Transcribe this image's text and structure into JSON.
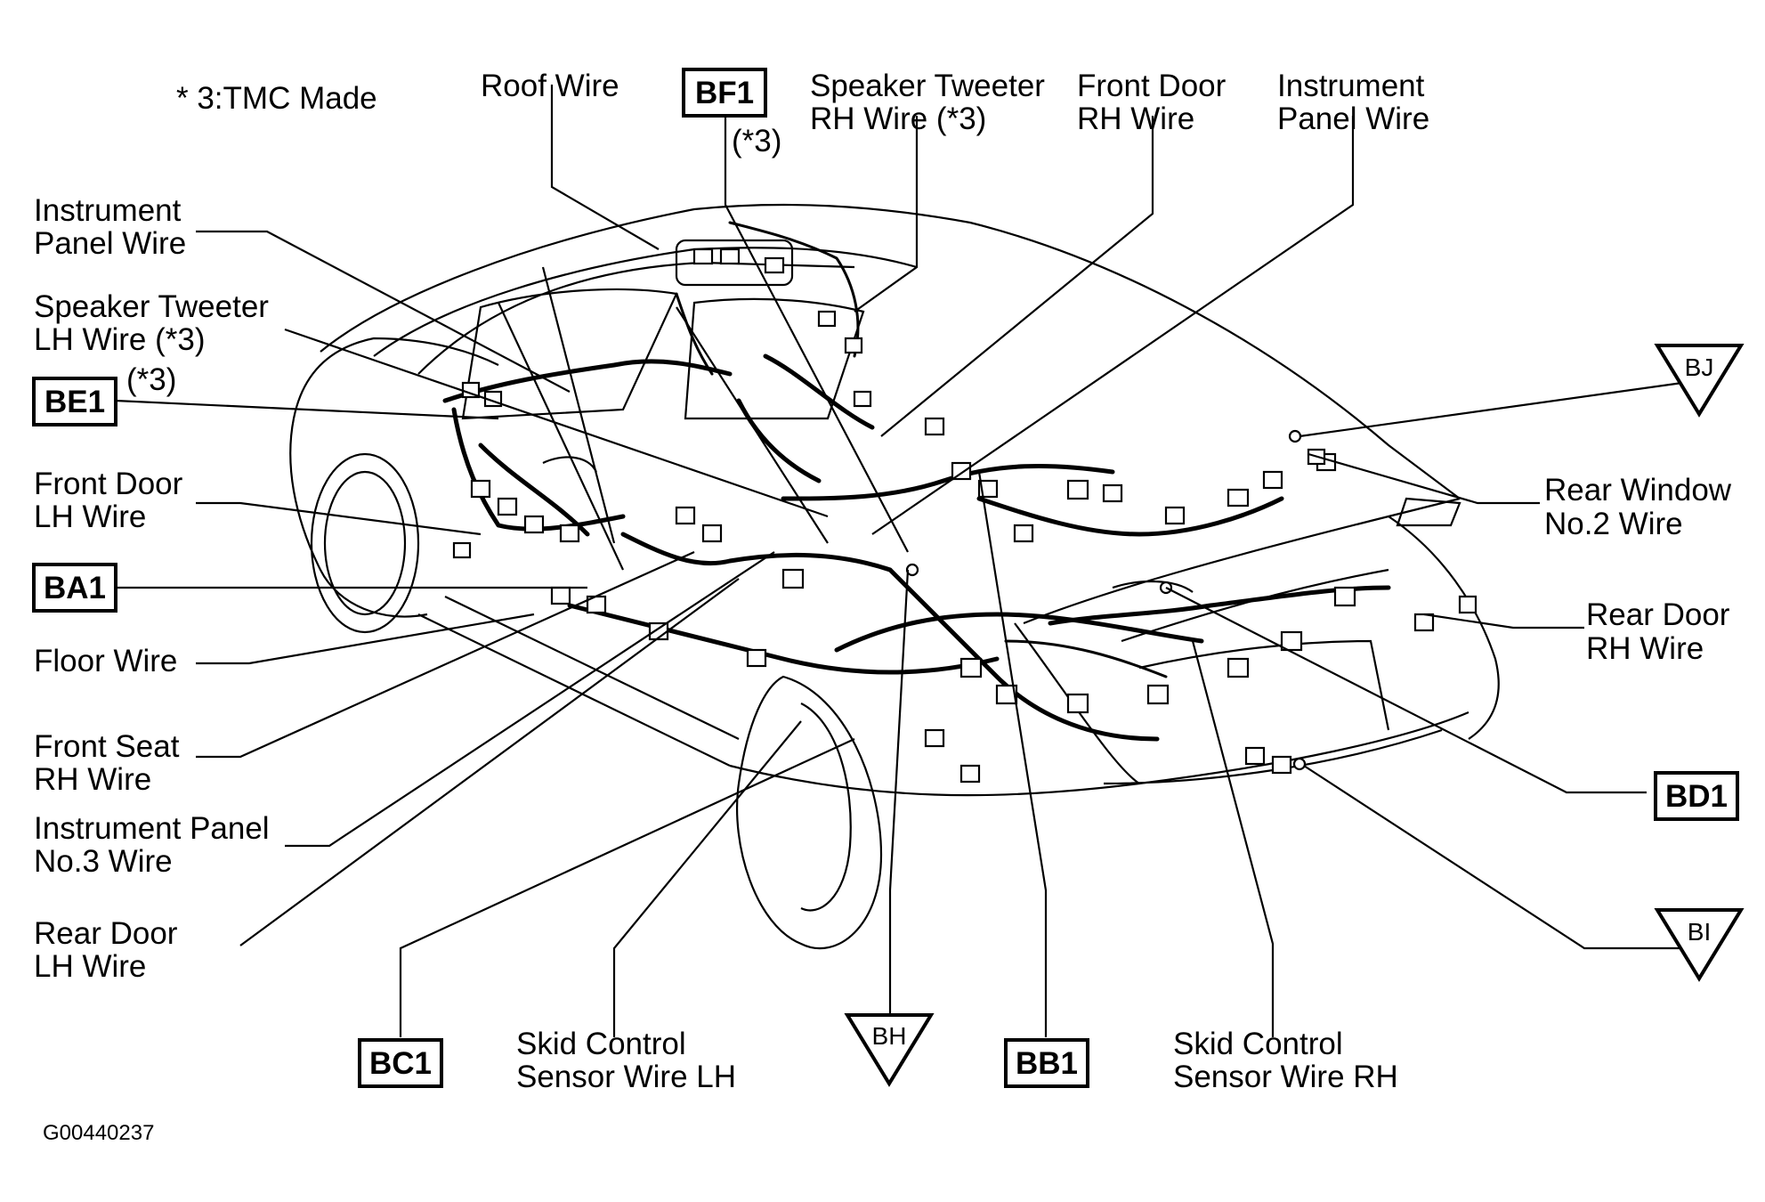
{
  "figure": {
    "note": "* 3:TMC Made",
    "figure_code": "G00440237"
  },
  "labels": {
    "roof_wire": [
      "Roof Wire"
    ],
    "speaker_tweeter_rh": [
      "Speaker Tweeter",
      "RH Wire (*3)"
    ],
    "front_door_rh": [
      "Front Door",
      "RH Wire"
    ],
    "instrument_panel_top": [
      "Instrument",
      "Panel Wire"
    ],
    "instrument_panel_left": [
      "Instrument",
      "Panel Wire"
    ],
    "speaker_tweeter_lh": [
      "Speaker Tweeter",
      "LH Wire (*3)"
    ],
    "front_door_lh": [
      "Front Door",
      "LH Wire"
    ],
    "floor_wire": [
      "Floor Wire"
    ],
    "front_seat_rh": [
      "Front Seat",
      "RH Wire"
    ],
    "instrument_panel_no3": [
      "Instrument Panel",
      "No.3 Wire"
    ],
    "rear_door_lh": [
      "Rear Door",
      "LH Wire"
    ],
    "skid_lh": [
      "Skid Control",
      "Sensor Wire LH"
    ],
    "skid_rh": [
      "Skid Control",
      "Sensor Wire RH"
    ],
    "rear_window_no2": [
      "Rear Window",
      "No.2 Wire"
    ],
    "rear_door_rh": [
      "Rear Door",
      "RH Wire"
    ]
  },
  "connector_boxes": {
    "bf1": "BF1",
    "bf1_note": "(*3)",
    "be1": "BE1",
    "be1_note": "(*3)",
    "ba1": "BA1",
    "bc1": "BC1",
    "bb1": "BB1",
    "bd1": "BD1"
  },
  "ground_points": {
    "bj": "BJ",
    "bh": "BH",
    "bi": "BI"
  }
}
